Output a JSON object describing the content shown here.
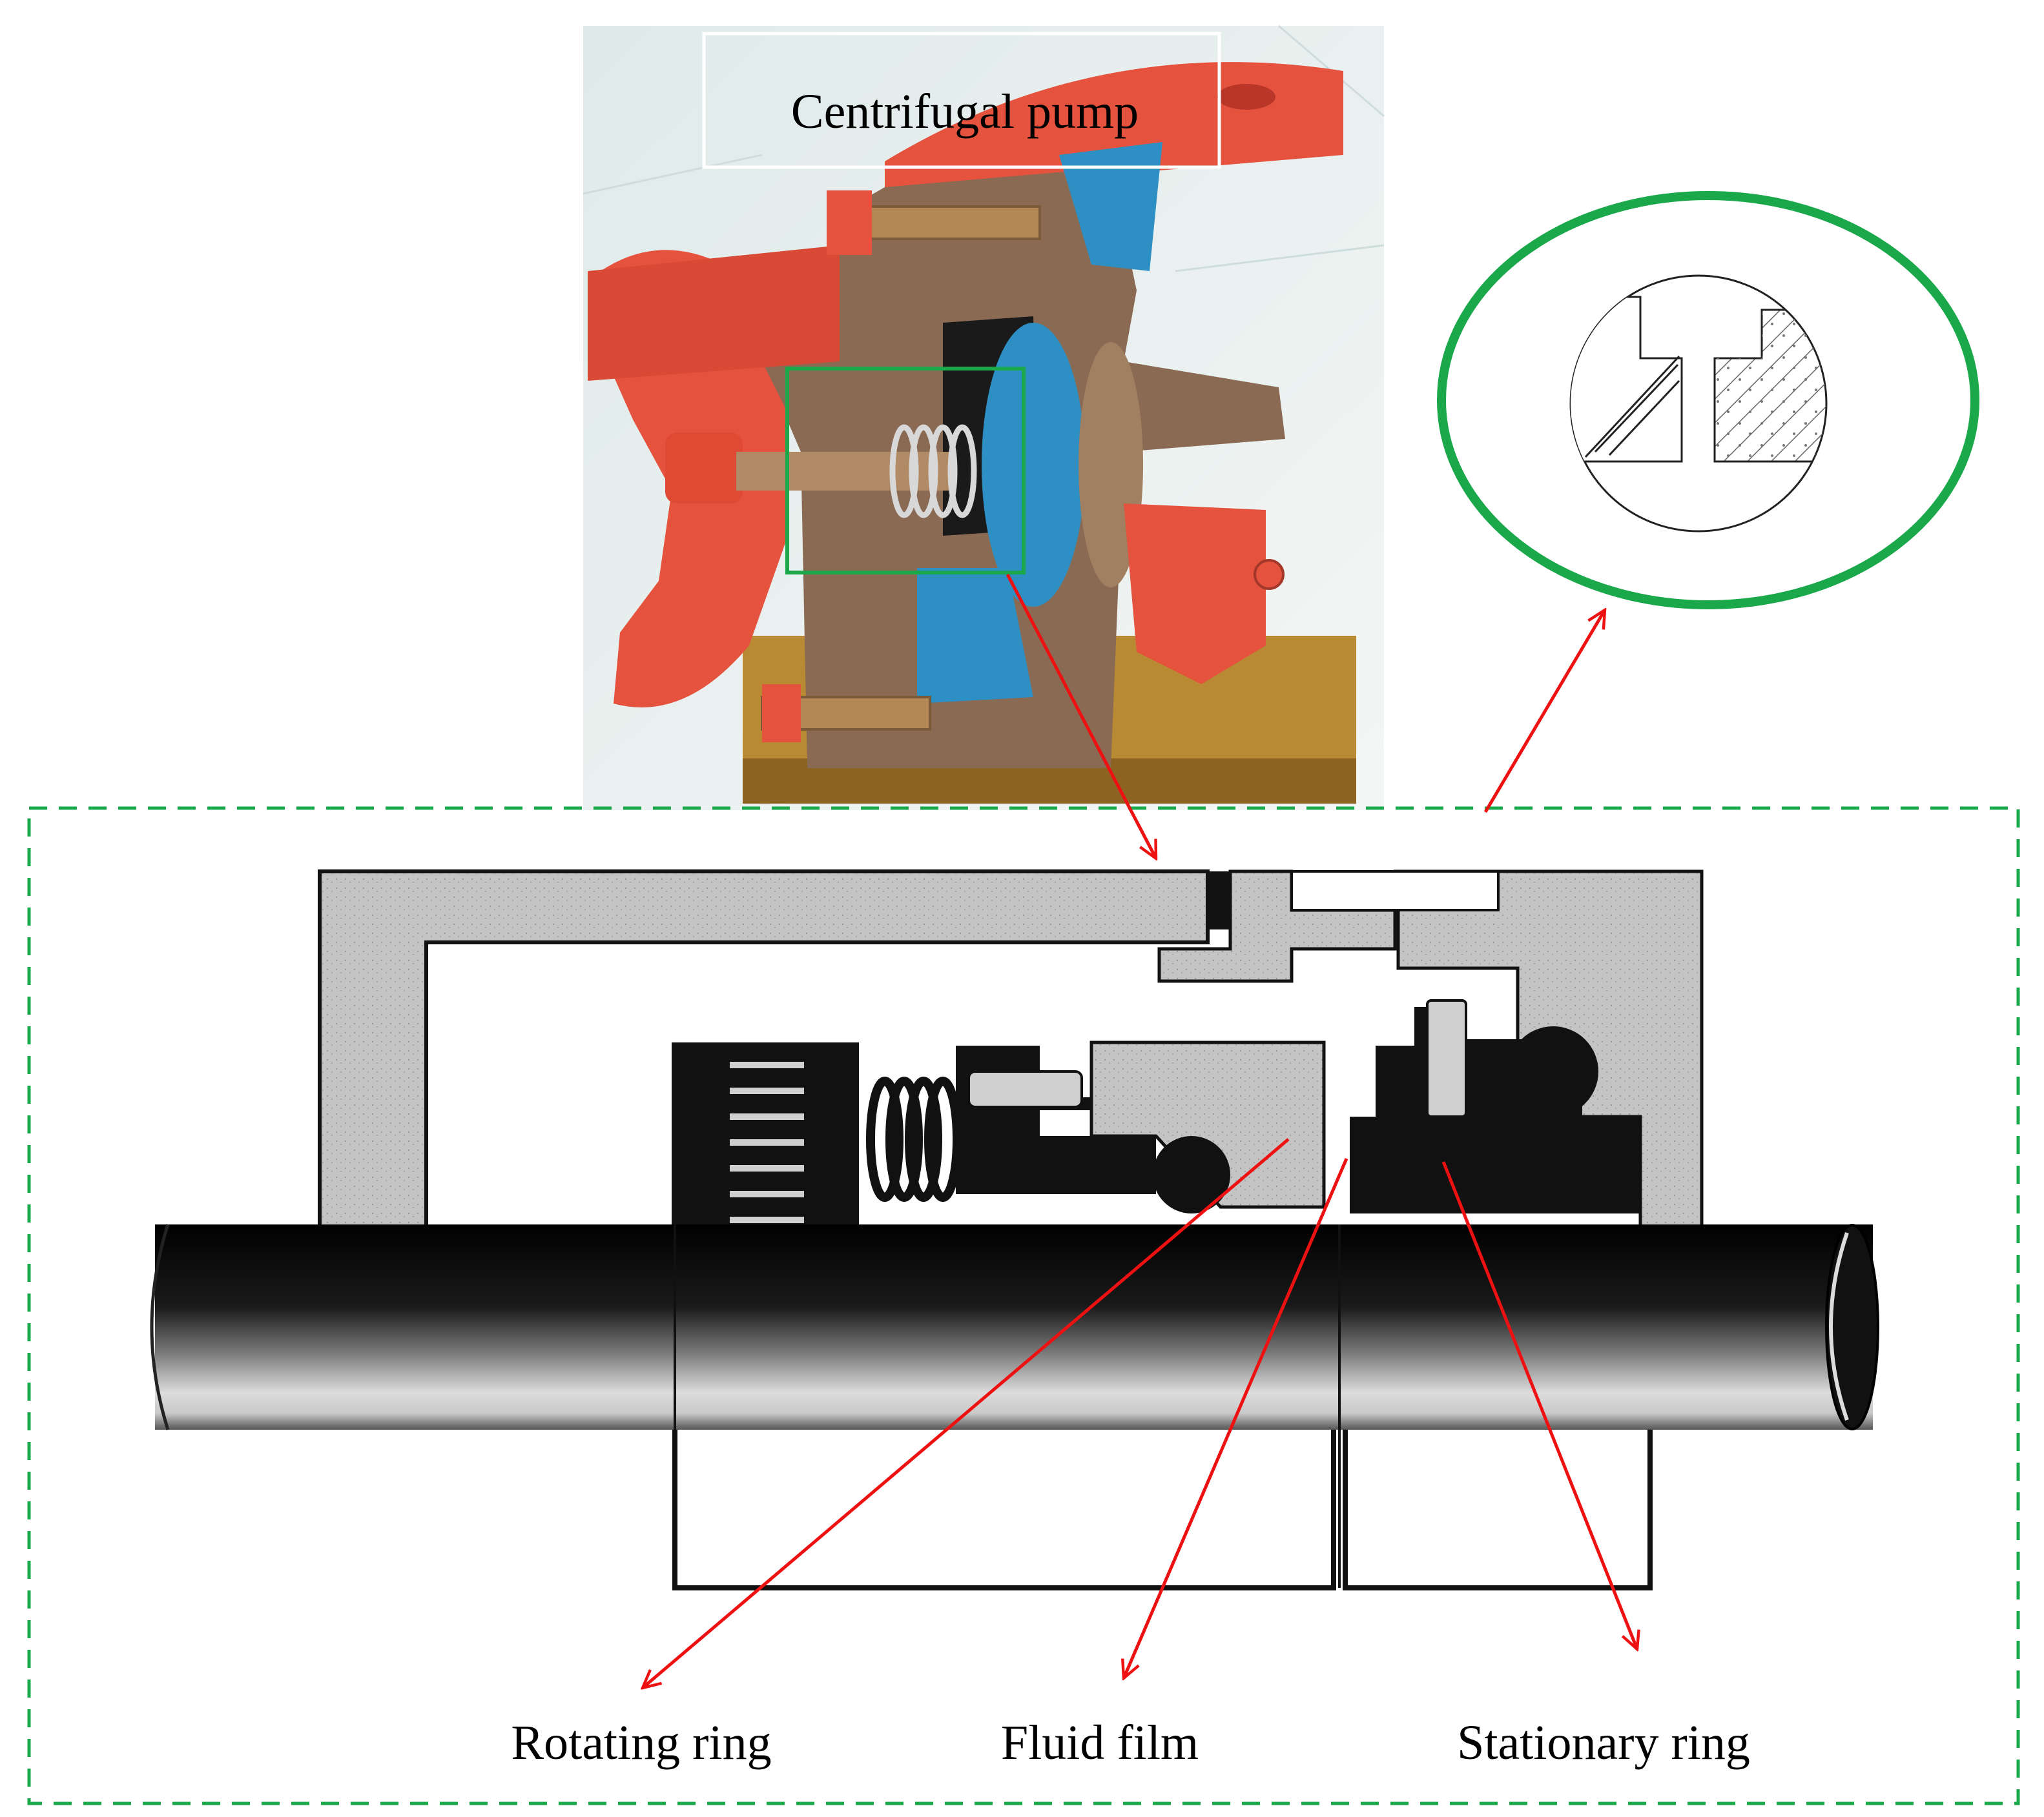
{
  "labels": {
    "pump_title": "Centrifugal pump",
    "rotating_ring": "Rotating ring",
    "fluid_film": "Fluid film",
    "stationary_ring": "Stationary ring"
  },
  "colors": {
    "pump_casing": "#e5533f",
    "casing_cut": "#8a6a52",
    "impeller_blue": "#2e8fc4",
    "highlight_green": "#1aa84a",
    "arrow_red": "#ee1111",
    "seal_dark": "#101010",
    "seal_gray": "#bdbdbd"
  }
}
